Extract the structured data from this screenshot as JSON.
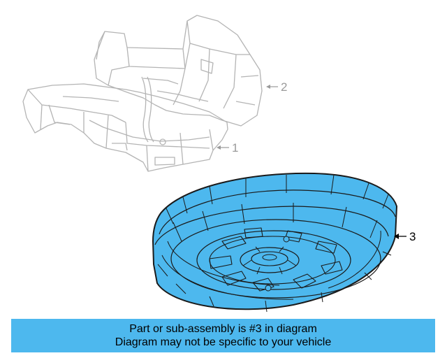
{
  "callouts": {
    "part_1": "1",
    "part_2": "2",
    "part_3": "3"
  },
  "banner": {
    "line1": "Part or sub-assembly is #3 in diagram",
    "line2": "Diagram may not be specific to your vehicle"
  },
  "colors": {
    "highlight": "#4db8ee",
    "faded_lines": "#b4b4b4"
  }
}
